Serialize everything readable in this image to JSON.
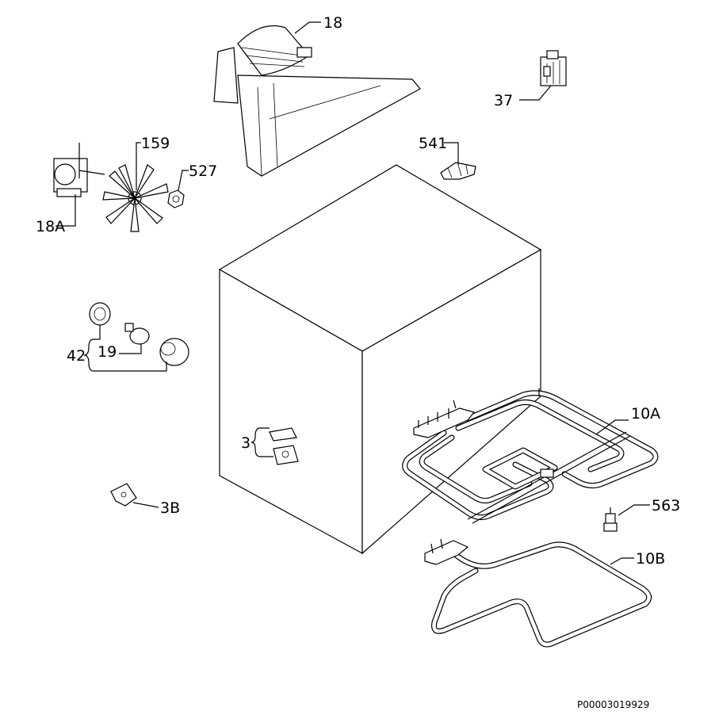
{
  "labels": {
    "p18": "18",
    "p37": "37",
    "p541": "541",
    "p159": "159",
    "p527": "527",
    "p18a": "18A",
    "p42": "42",
    "p19": "19",
    "p3": "3",
    "p3b": "3B",
    "p10a": "10A",
    "p563": "563",
    "p10b": "10B"
  },
  "reference_code": "P00003019929",
  "colors": {
    "line": "#000000",
    "background": "#ffffff"
  }
}
